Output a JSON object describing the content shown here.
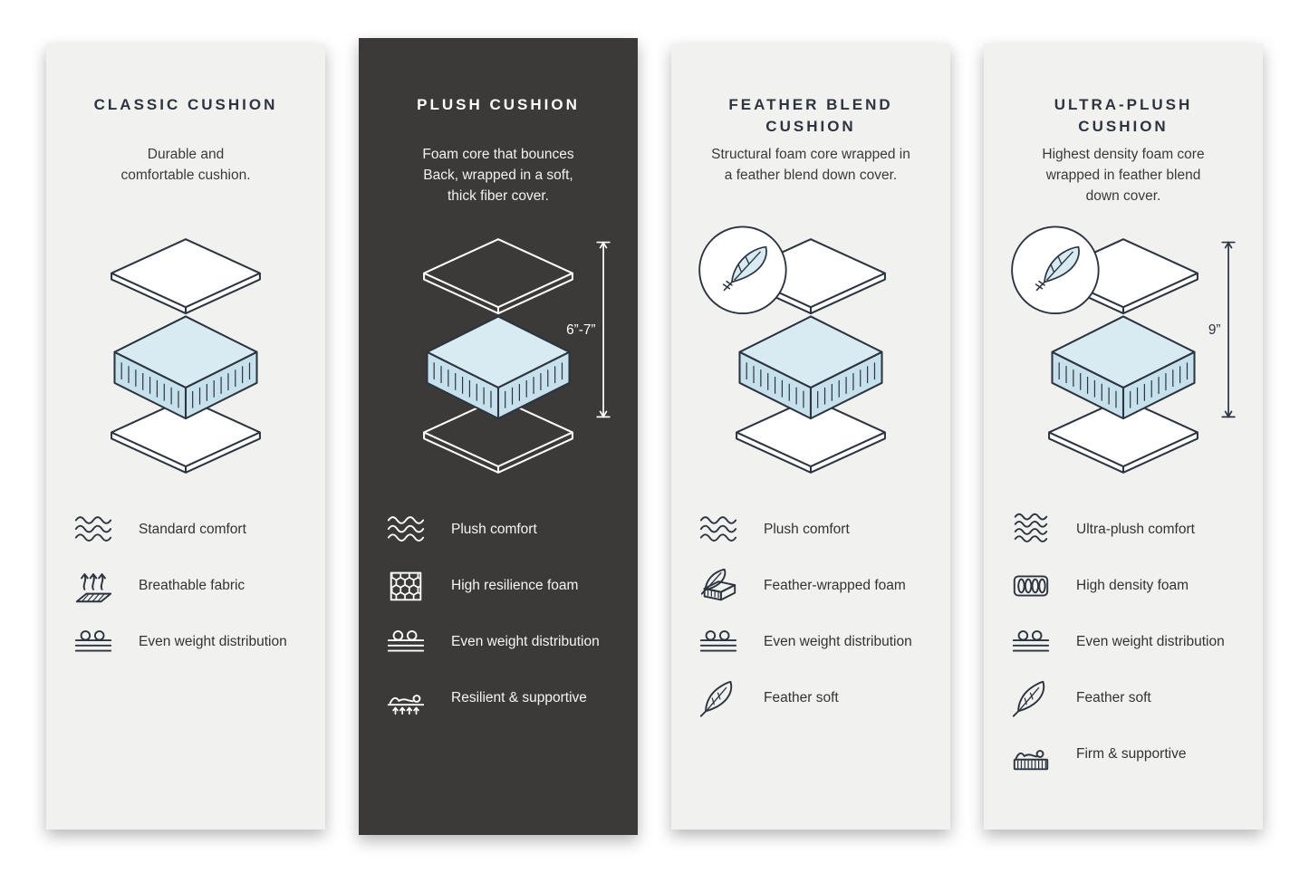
{
  "colors": {
    "page_bg": "#ffffff",
    "card_light_bg": "#f1f1ef",
    "card_dark_bg": "#3b3a38",
    "ink": "#2c3440",
    "ink_on_dark": "#ffffff",
    "foam_top": "#d9ebf2",
    "foam_side": "#c6e1ec",
    "foam_outline": "#2c3440"
  },
  "cards": [
    {
      "id": "classic",
      "theme": "light",
      "title": "CLASSIC CUSHION",
      "description": "Durable and\ncomfortable cushion.",
      "illustration": {
        "feather_badge": false,
        "dimension": null
      },
      "features": [
        {
          "icon": "waves-icon",
          "label": "Standard comfort"
        },
        {
          "icon": "breathable-icon",
          "label": "Breathable fabric"
        },
        {
          "icon": "even-weight-icon",
          "label": "Even weight distribution"
        }
      ]
    },
    {
      "id": "plush",
      "theme": "dark",
      "title": "PLUSH CUSHION",
      "description": "Foam core that bounces\nBack, wrapped in a soft,\nthick fiber cover.",
      "illustration": {
        "feather_badge": false,
        "dimension": "6”-7”"
      },
      "features": [
        {
          "icon": "waves-icon",
          "label": "Plush comfort"
        },
        {
          "icon": "honeycomb-foam-icon",
          "label": "High resilience foam"
        },
        {
          "icon": "even-weight-icon",
          "label": "Even weight distribution"
        },
        {
          "icon": "resilient-support-icon",
          "label": "Resilient & supportive"
        }
      ]
    },
    {
      "id": "feather-blend",
      "theme": "light",
      "title": "FEATHER BLEND\nCUSHION",
      "description": "Structural foam core wrapped in\na feather blend down cover.",
      "illustration": {
        "feather_badge": true,
        "dimension": null
      },
      "features": [
        {
          "icon": "waves-icon",
          "label": "Plush comfort"
        },
        {
          "icon": "feather-foam-icon",
          "label": "Feather-wrapped foam"
        },
        {
          "icon": "even-weight-icon",
          "label": "Even weight distribution"
        },
        {
          "icon": "feather-icon",
          "label": "Feather soft"
        }
      ]
    },
    {
      "id": "ultra-plush",
      "theme": "light",
      "title": "ULTRA-PLUSH\nCUSHION",
      "description": "Highest density foam core\nwrapped in feather blend\ndown cover.",
      "illustration": {
        "feather_badge": true,
        "dimension": "9”"
      },
      "features": [
        {
          "icon": "waves-dense-icon",
          "label": "Ultra-plush comfort"
        },
        {
          "icon": "density-foam-icon",
          "label": "High density foam"
        },
        {
          "icon": "even-weight-icon",
          "label": "Even weight distribution"
        },
        {
          "icon": "feather-icon",
          "label": "Feather soft"
        },
        {
          "icon": "firm-support-icon",
          "label": "Firm & supportive"
        }
      ]
    }
  ]
}
